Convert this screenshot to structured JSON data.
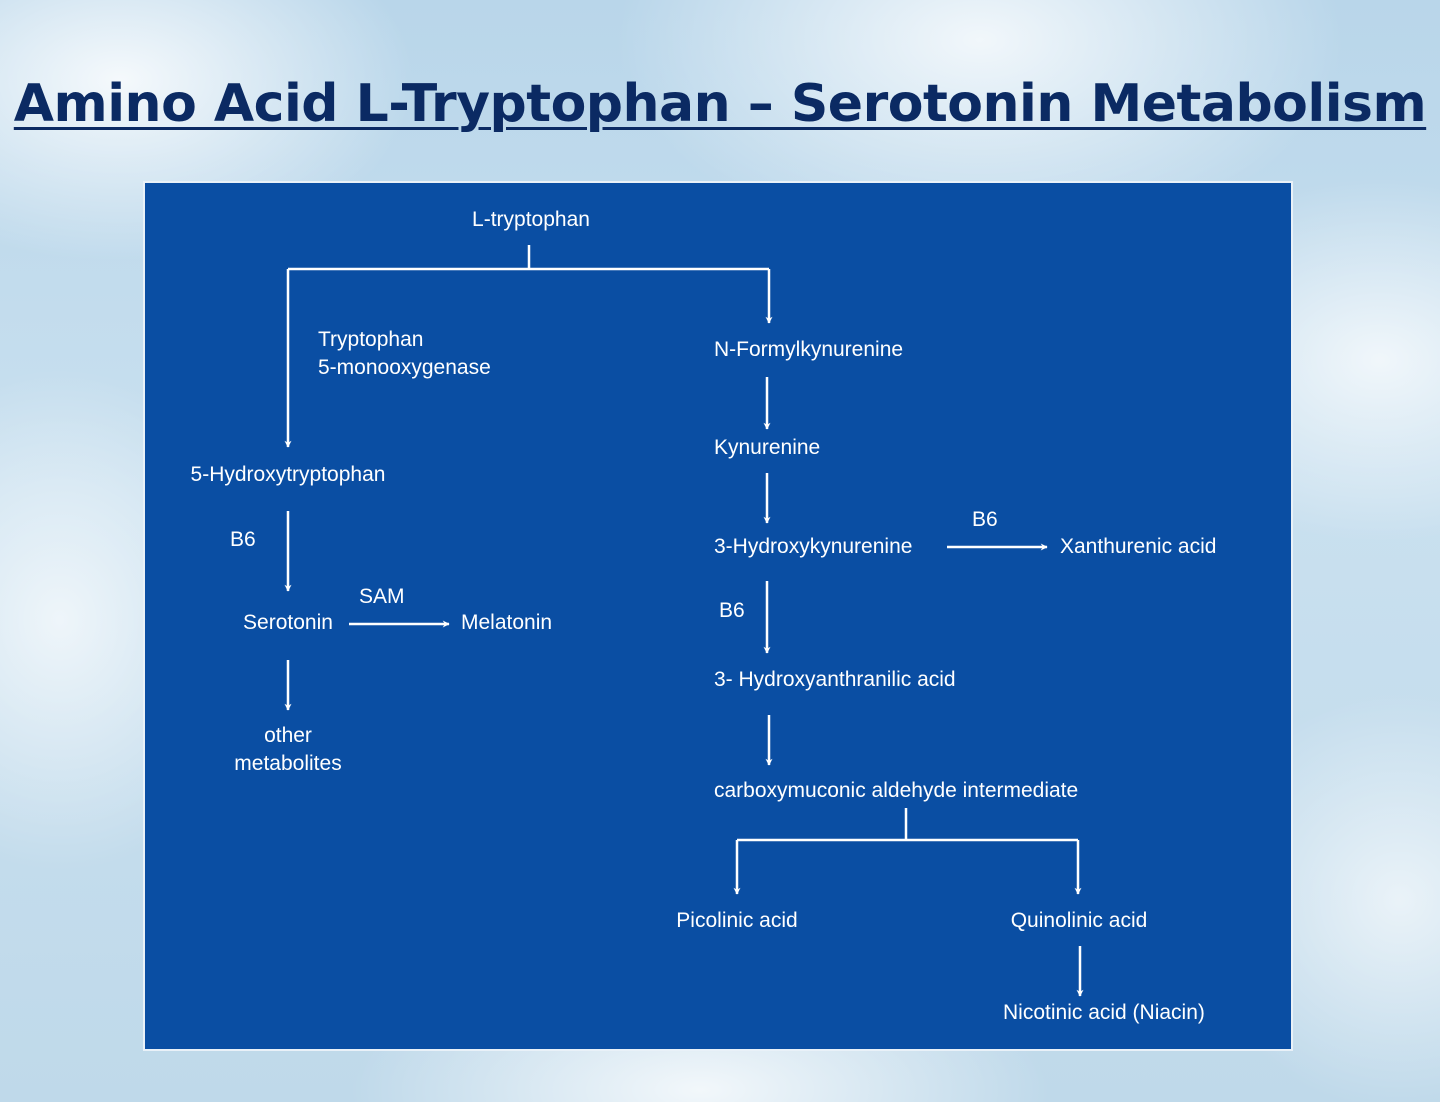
{
  "title": "Amino Acid L-Tryptophan – Serotonin Metabolism",
  "nodes": {
    "l_tryptophan": "L-tryptophan",
    "enzyme_line1": "Tryptophan",
    "enzyme_line2": "5-monooxygenase",
    "hydroxytryptophan": "5-Hydroxytryptophan",
    "b6_left": "B6",
    "serotonin": "Serotonin",
    "sam": "SAM",
    "melatonin": "Melatonin",
    "other_line1": "other",
    "other_line2": "metabolites",
    "n_formylkynurenine": "N-Formylkynurenine",
    "kynurenine": "Kynurenine",
    "hydroxykynurenine": "3-Hydroxykynurenine",
    "b6_xanthurenic": "B6",
    "xanthurenic_acid": "Xanthurenic acid",
    "b6_right": "B6",
    "hydroxyanthranilic_acid": "3- Hydroxyanthranilic acid",
    "carboxymuconic": "carboxymuconic aldehyde intermediate",
    "picolinic_acid": "Picolinic acid",
    "quinolinic_acid": "Quinolinic acid",
    "nicotinic_acid": "Nicotinic acid (Niacin)"
  },
  "colors": {
    "panel": "#0a4ea3",
    "title": "#0b2a63",
    "text": "#ffffff"
  }
}
